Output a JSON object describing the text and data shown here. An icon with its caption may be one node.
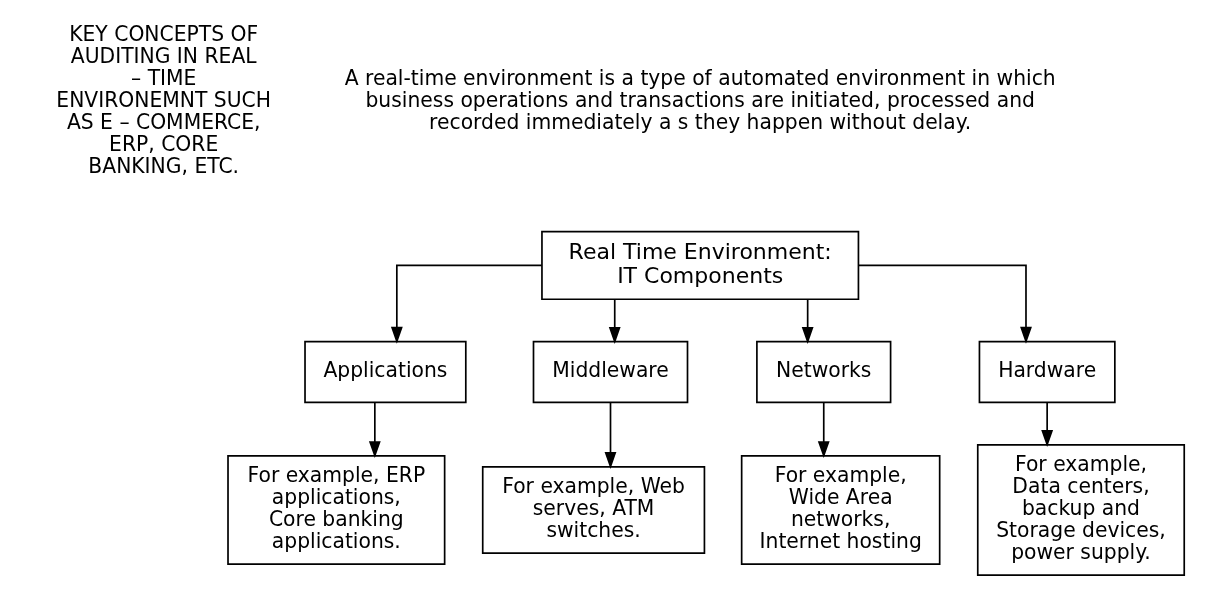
{
  "diagram": {
    "nodes": [
      {
        "text": [
          "Real Time Environment: IT Components"
        ]
      },
      {
        "text": [
          "Applications"
        ]
      },
      {
        "text": [
          "Middleware"
        ]
      },
      {
        "text": [
          "Networks"
        ]
      },
      {
        "text": [
          "Hardware"
        ]
      },
      {
        "text": [
          "For example, ERP applications, Core banking applications."
        ]
      },
      {
        "text": [
          "For example, Web serves, ATM switches."
        ]
      },
      {
        "text": [
          "For example, Wide Area networks, Internet hosting"
        ]
      },
      {
        "text": [
          "For example, Data centers, backup and Storage devices, power supply."
        ]
      }
    ],
    "edges": [
      {
        "from": 0,
        "to": 1,
        "arrow": "to"
      },
      {
        "from": 0,
        "to": 2,
        "arrow": "to"
      },
      {
        "from": 0,
        "to": 3,
        "arrow": "to"
      },
      {
        "from": 0,
        "to": 4,
        "arrow": "to"
      },
      {
        "from": 1,
        "to": 5,
        "arrow": "to"
      },
      {
        "from": 2,
        "to": 6,
        "arrow": "to"
      },
      {
        "from": 3,
        "to": 7,
        "arrow": "to"
      },
      {
        "from": 4,
        "to": 8,
        "arrow": "to"
      }
    ],
    "labels": [
      "KEY CONCEPTS OF AUDITING IN REAL – TIME ENVIRONEMNT SUCH AS E – COMMERCE, ERP, CORE BANKING, ETC.",
      "A real-time environment is a type of automated environment in which business operations and transactions are initiated, processed and recorded immediately a s they happen without delay."
    ]
  }
}
